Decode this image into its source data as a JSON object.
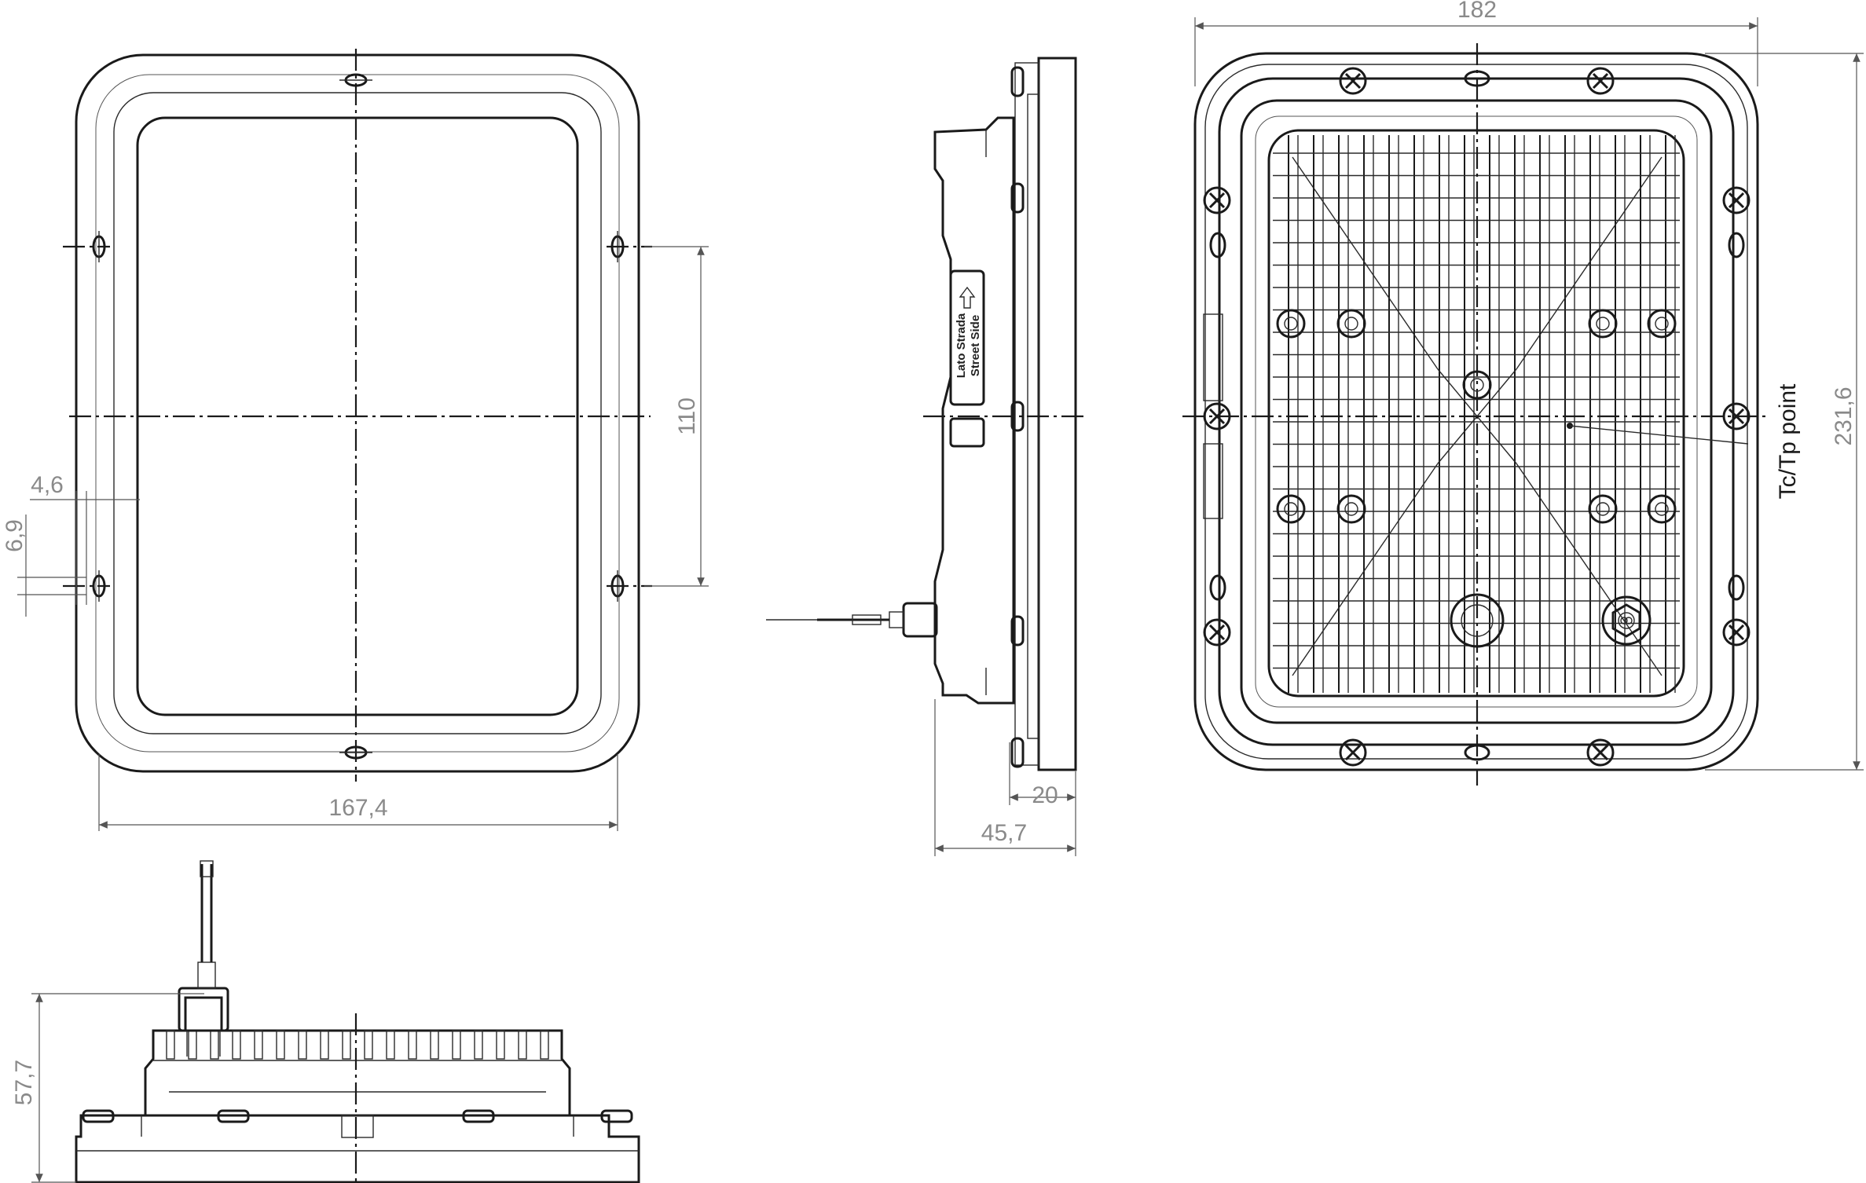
{
  "dimensions": {
    "front_width": "167,4",
    "front_hole_spacing": "110",
    "front_offset_horizontal": "4,6",
    "front_offset_vertical": "6,9",
    "side_total_depth": "45,7",
    "side_flange_depth": "20",
    "rear_width": "182",
    "rear_height": "231,6",
    "bottom_height": "57,7"
  },
  "labels": {
    "tc_tp_point": "Tc/Tp point",
    "street_side_it": "Lato Strada",
    "street_side_en": "Street Side"
  },
  "colors": {
    "line": "#1a1a1a",
    "dimension_text": "#8a8a8a",
    "background": "#ffffff"
  }
}
